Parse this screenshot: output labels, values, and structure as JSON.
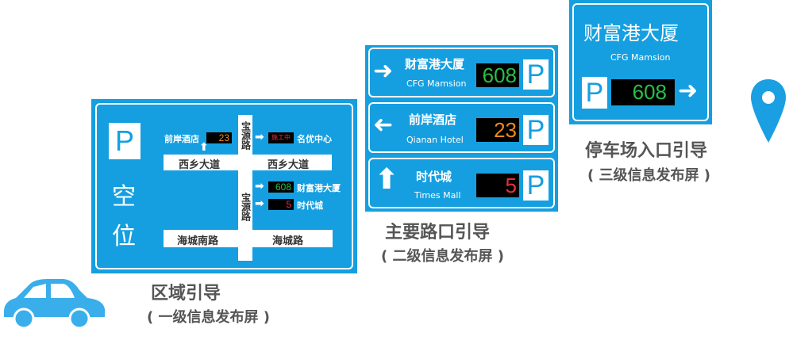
{
  "colors": {
    "sign_blue": "#159fe0",
    "led_green": "#27c04a",
    "led_orange": "#f08a1a",
    "led_red": "#e8323c",
    "caption": "#555555"
  },
  "level1": {
    "parking_symbol": "P",
    "vacancy_chars": [
      "空",
      "位"
    ],
    "roads": {
      "vertical": "宝源路",
      "vertical2": "宝源路",
      "top_left": "西乡大道",
      "top_right": "西乡大道",
      "bottom_left": "海城南路",
      "bottom_right": "海城路"
    },
    "destinations": [
      {
        "name": "前岸酒店",
        "value": "23"
      },
      {
        "name": "名优中心",
        "value": "施工中"
      },
      {
        "name": "财富港大厦",
        "value": "608"
      },
      {
        "name": "时代城",
        "value": "5"
      }
    ],
    "caption": "区域引导",
    "subcaption": "( 一级信息发布屏 )"
  },
  "level2": {
    "rows": [
      {
        "arrow": "right-arrow",
        "cn": "财富港大厦",
        "en": "CFG Mamsion",
        "value": "608",
        "p": "P"
      },
      {
        "arrow": "left-arrow",
        "cn": "前岸酒店",
        "en": "Qianan Hotel",
        "value": "23",
        "p": "P"
      },
      {
        "arrow": "up-arrow",
        "cn": "时代城",
        "en": "Times Mall",
        "value": "5",
        "p": "P"
      }
    ],
    "caption": "主要路口引导",
    "subcaption": "( 二级信息发布屏 )"
  },
  "level3": {
    "cn": "财富港大厦",
    "en": "CFG Mamsion",
    "value": "608",
    "p": "P",
    "caption": "停车场入口引导",
    "subcaption": "( 三级信息发布屏 )"
  }
}
